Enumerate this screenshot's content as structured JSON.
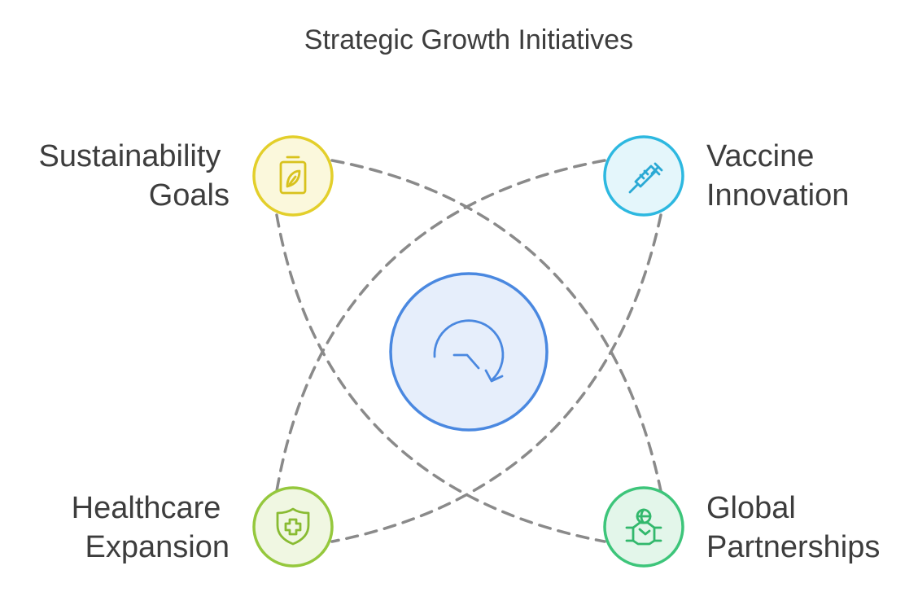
{
  "title": "Strategic Growth Initiatives",
  "center": {
    "icon": "cycle-arrow-icon"
  },
  "nodes": [
    {
      "id": "sustainability",
      "lines": [
        "Sustainability",
        "Goals"
      ],
      "icon": "leaf-battery-icon",
      "stroke": "#e3cf2b",
      "fill": "#fbf8dc"
    },
    {
      "id": "vaccine",
      "lines": [
        "Vaccine",
        "Innovation"
      ],
      "icon": "syringe-icon",
      "stroke": "#2db8e0",
      "fill": "#e4f6fb"
    },
    {
      "id": "healthcare",
      "lines": [
        "Healthcare",
        "Expansion"
      ],
      "icon": "shield-cross-icon",
      "stroke": "#95c83d",
      "fill": "#f0f7e2"
    },
    {
      "id": "global",
      "lines": [
        "Global",
        "Partnerships"
      ],
      "icon": "handshake-globe-icon",
      "stroke": "#3dc57a",
      "fill": "#e3f6ea"
    }
  ],
  "colors": {
    "center_stroke": "#4a88e0",
    "center_fill": "#e6eefb",
    "connector": "#8a8a8a",
    "text": "#3d3d3d"
  }
}
